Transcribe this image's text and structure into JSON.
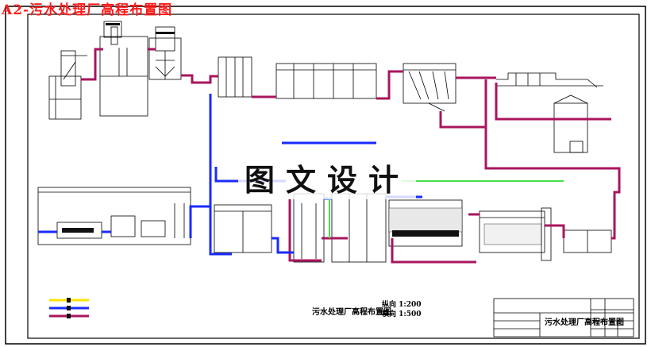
{
  "header": {
    "title": "A2-污水处理厂高程布置图"
  },
  "watermark": "图文设计",
  "drawing": {
    "caption": "污水处理厂高程布置图",
    "scale_vertical": "纵向 1:200",
    "scale_horizontal": "横向 1:500"
  },
  "colors": {
    "frame": "#000000",
    "sludge_line": "#1a2bff",
    "water_line": "#a8155e",
    "gas_line": "#45e04a",
    "reflux_line": "#ffe000",
    "title_red": "#ff1a1a"
  }
}
